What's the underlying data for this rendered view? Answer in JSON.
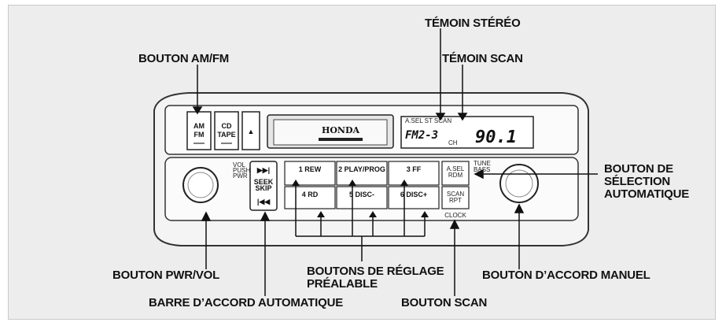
{
  "labels": {
    "stereo_indicator": "TÉMOIN STÉRÉO",
    "scan_indicator": "TÉMOIN SCAN",
    "am_fm_button": "BOUTON AM/FM",
    "auto_select_button": "BOUTON DE\nSÉLECTION\nAUTOMATIQUE",
    "pwr_vol_knob": "BOUTON PWR/VOL",
    "preset_buttons": "BOUTONS DE RÉGLAGE\nPRÉALABLE",
    "tune_knob": "BOUTON D’ACCORD MANUEL",
    "seek_bar": "BARRE D’ACCORD AUTOMATIQUE",
    "scan_button": "BOUTON SCAN"
  },
  "radio": {
    "am_fm_top": "AM",
    "am_fm_bottom": "FM",
    "cd_tape_top": "CD",
    "cd_tape_bottom": "TAPE",
    "eject": "▲",
    "brand": "HONDA",
    "vol_label": "VOL\nPUSH\nPWR",
    "seek_next": "▶▶|",
    "seek_label": "SEEK\nSKIP",
    "seek_prev": "|◀◀",
    "preset_1": "1  REW",
    "preset_2": "2 PLAY/PROG",
    "preset_3": "3  FF",
    "preset_4": "4   RD",
    "preset_5": "5 DISC-",
    "preset_6": "6 DISC+",
    "asel": "A.SEL\nRDM",
    "scan_btn": "SCAN\nRPT",
    "clock": "CLOCK",
    "tune_label": "TUNE\nBASS",
    "lcd_flags": "A.SEL  ST  SCAN",
    "lcd_band": "FM2-3",
    "lcd_unit": "CH",
    "lcd_freq": "90.1"
  }
}
